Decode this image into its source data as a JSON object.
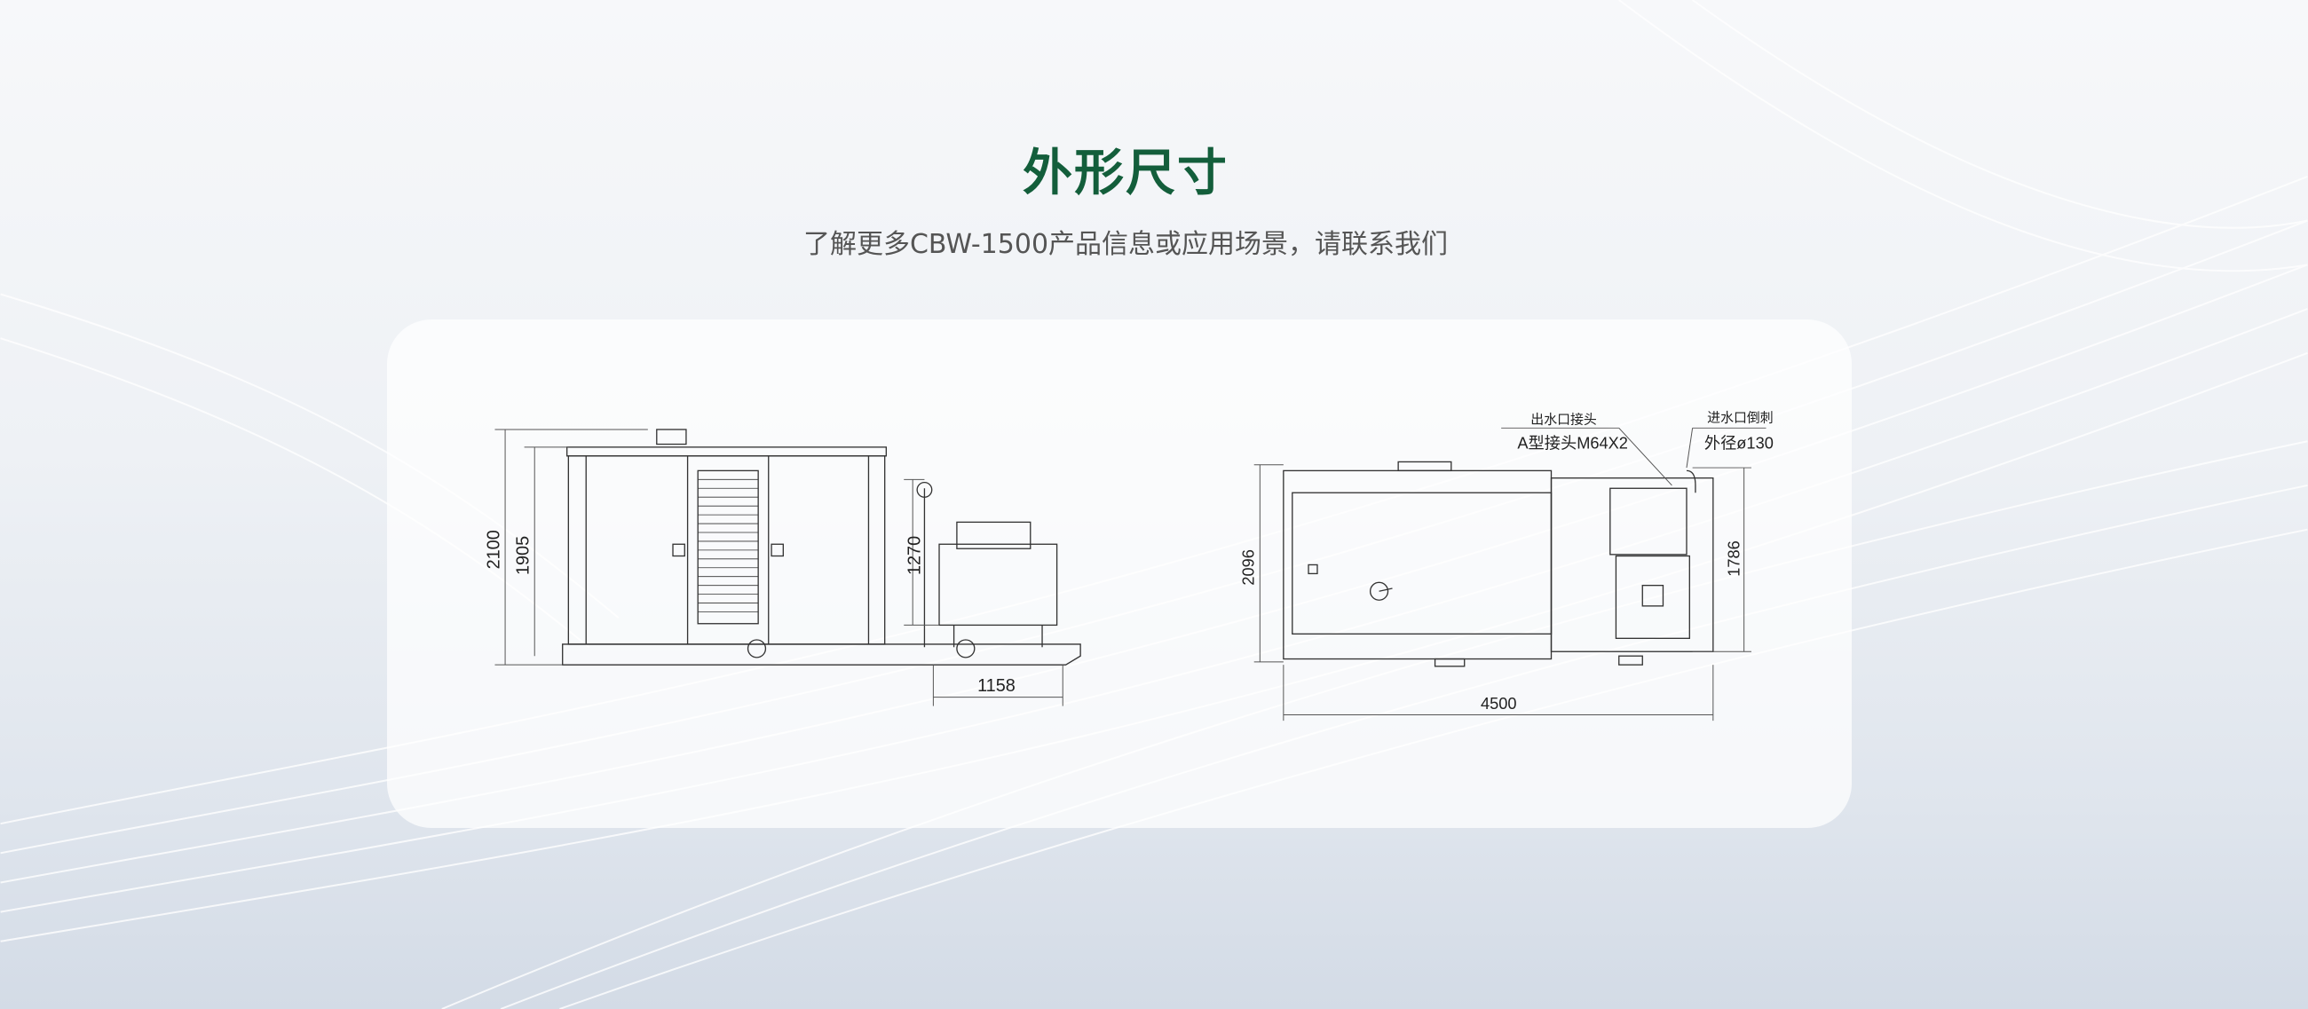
{
  "header": {
    "title": "外形尺寸",
    "subtitle": "了解更多CBW-1500产品信息或应用场景，请联系我们"
  },
  "side_view": {
    "dims": {
      "overall_height": "2100",
      "cabinet_height": "1905",
      "pump_height": "1270",
      "pump_length": "1158"
    }
  },
  "top_view": {
    "dims": {
      "width": "2096",
      "pump_width": "1786",
      "length": "4500"
    },
    "callouts": {
      "outlet_title": "出水口接头",
      "outlet_spec": "A型接头M64X2",
      "inlet_title": "进水口倒刺",
      "inlet_spec": "外径ø130"
    }
  },
  "colors": {
    "title": "#135e3b",
    "line": "#333333"
  }
}
